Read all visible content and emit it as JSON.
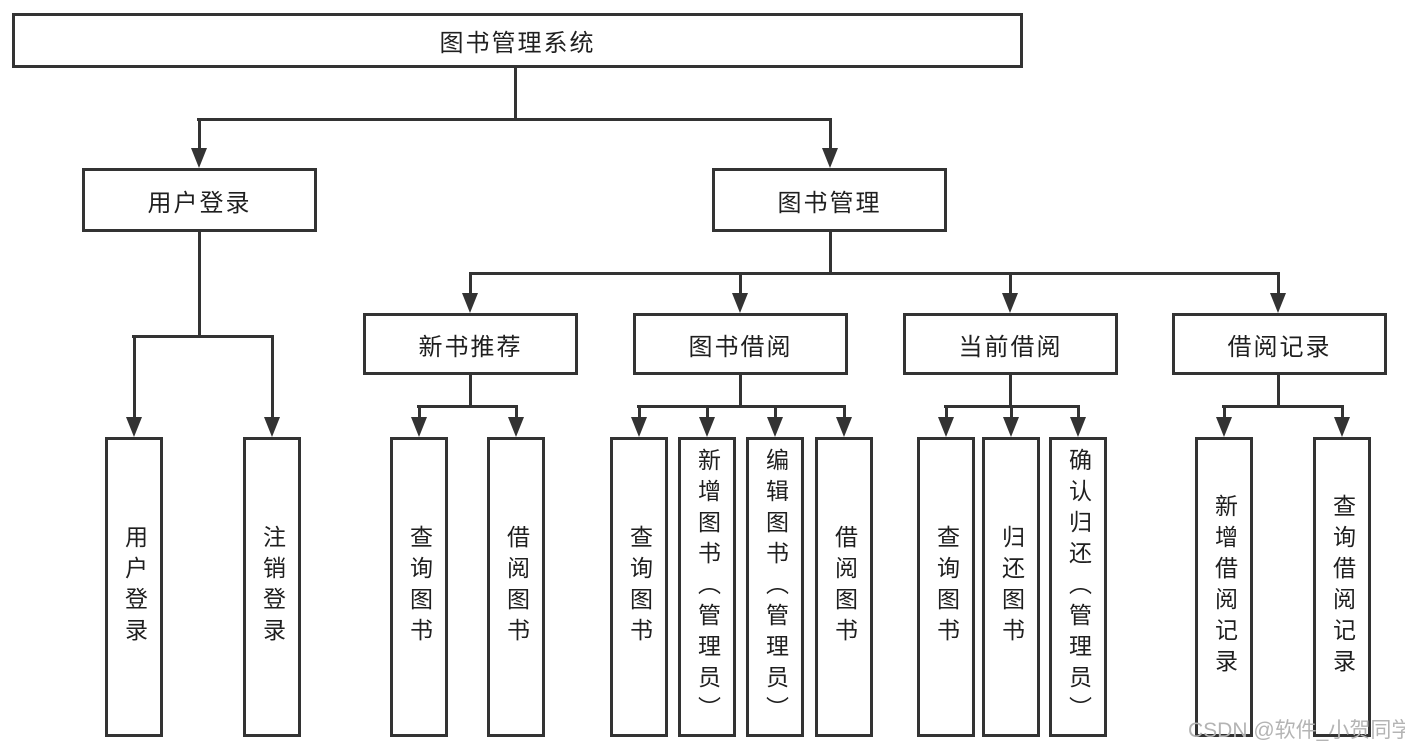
{
  "diagram": {
    "root": {
      "label": "图书管理系统"
    },
    "level2": [
      {
        "label": "用户登录"
      },
      {
        "label": "图书管理"
      }
    ],
    "level3": [
      {
        "label": "新书推荐"
      },
      {
        "label": "图书借阅"
      },
      {
        "label": "当前借阅"
      },
      {
        "label": "借阅记录"
      }
    ],
    "leaves": {
      "user_login": [
        "用户登录",
        "注销登录"
      ],
      "new_book": [
        "查询图书",
        "借阅图书"
      ],
      "book_borrow": [
        "查询图书",
        "新增图书（管理员）",
        "编辑图书（管理员）",
        "借阅图书"
      ],
      "current_borrow": [
        "查询图书",
        "归还图书",
        "确认归还（管理员）"
      ],
      "borrow_record": [
        "新增借阅记录",
        "查询借阅记录"
      ]
    }
  },
  "watermark": {
    "text": "CSDN @软件_小贺同学"
  },
  "colors": {
    "line": "#333333",
    "box_border": "#333333",
    "text": "#1f1f1f",
    "watermark": "#b4b4b4",
    "background": "#ffffff"
  }
}
